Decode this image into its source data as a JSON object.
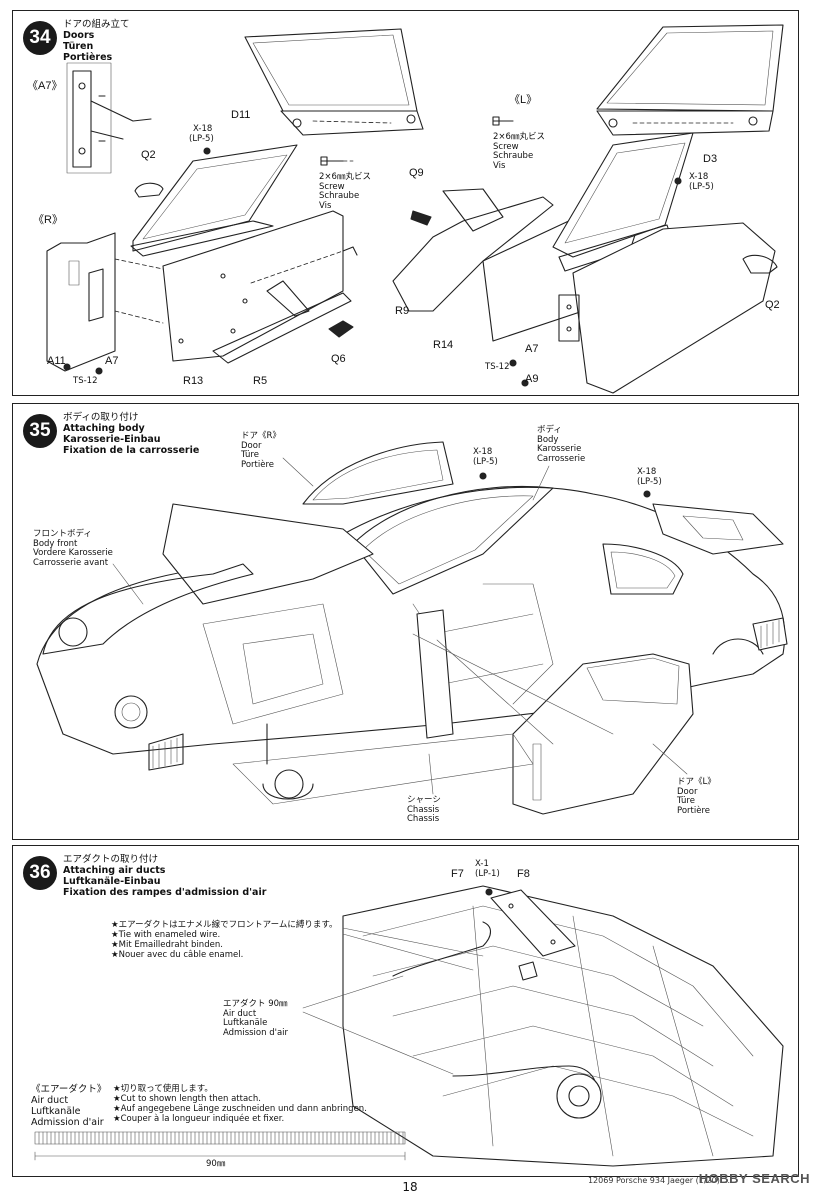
{
  "steps": [
    {
      "number": "34",
      "titles": [
        "ドアの組み立て",
        "Doors",
        "Türen",
        "Portières"
      ],
      "labels": {
        "a7_box": "《A7》",
        "r_side": "《R》",
        "l_side": "《L》",
        "q2_left": "Q2",
        "d11": "D11",
        "x18_left": "X-18",
        "lp5_left": "(LP-5)",
        "screw_left": [
          "2×6㎜丸ビス",
          "Screw",
          "Schraube",
          "Vis"
        ],
        "q9": "Q9",
        "screw_right": [
          "2×6㎜丸ビス",
          "Screw",
          "Schraube",
          "Vis"
        ],
        "d3": "D3",
        "x18_right": "X-18",
        "lp5_right": "(LP-5)",
        "q2_right": "Q2",
        "r9": "R9",
        "r14": "R14",
        "a7_right": "A7",
        "ts12_right": "TS-12",
        "a9": "A9",
        "a11": "A11",
        "a7_left": "A7",
        "ts12_left": "TS-12",
        "r13": "R13",
        "r5": "R5",
        "q6": "Q6"
      }
    },
    {
      "number": "35",
      "titles": [
        "ボディの取り付け",
        "Attaching body",
        "Karosserie-Einbau",
        "Fixation de la carrosserie"
      ],
      "labels": {
        "door_r": [
          "ドア《R》",
          "Door",
          "Türe",
          "Portière"
        ],
        "x18_a": [
          "X-18",
          "(LP-5)"
        ],
        "body": [
          "ボディ",
          "Body",
          "Karosserie",
          "Carrosserie"
        ],
        "x18_b": [
          "X-18",
          "(LP-5)"
        ],
        "body_front": [
          "フロントボディ",
          "Body front",
          "Vordere Karosserie",
          "Carrosserie avant"
        ],
        "chassis": [
          "シャーシ",
          "Chassis",
          "Chassis"
        ],
        "door_l": [
          "ドア《L》",
          "Door",
          "Türe",
          "Portière"
        ]
      }
    },
    {
      "number": "36",
      "titles": [
        "エアダクトの取り付け",
        "Attaching air ducts",
        "Luftkanäle-Einbau",
        "Fixation des rampes d'admission d'air"
      ],
      "labels": {
        "f7": "F7",
        "x1": [
          "X-1",
          "(LP-1)"
        ],
        "f8": "F8",
        "wire_note": [
          "★エアーダクトはエナメル線でフロントアームに縛ります。",
          "★Tie with enameled wire.",
          "★Mit Emailledraht binden.",
          "★Nouer avec du câble enamel."
        ],
        "air_duct": [
          "エアダクト 90㎜",
          "Air duct",
          "Luftkanäle",
          "Admission d'air"
        ],
        "duct_box": [
          "《エアーダクト》",
          "Air duct",
          "Luftkanäle",
          "Admission d'air"
        ],
        "cut_note": [
          "★切り取って使用します。",
          "★Cut to shown length then attach.",
          "★Auf angegebene Länge zuschneiden und dann anbringen.",
          "★Couper à la longueur indiquée et fixer."
        ],
        "length": "90㎜"
      }
    }
  ],
  "footer": {
    "page_number": "18",
    "model": "12069 Porsche 934 Jaeger (1/20) ...",
    "watermark": "HOBBY SEARCH"
  }
}
